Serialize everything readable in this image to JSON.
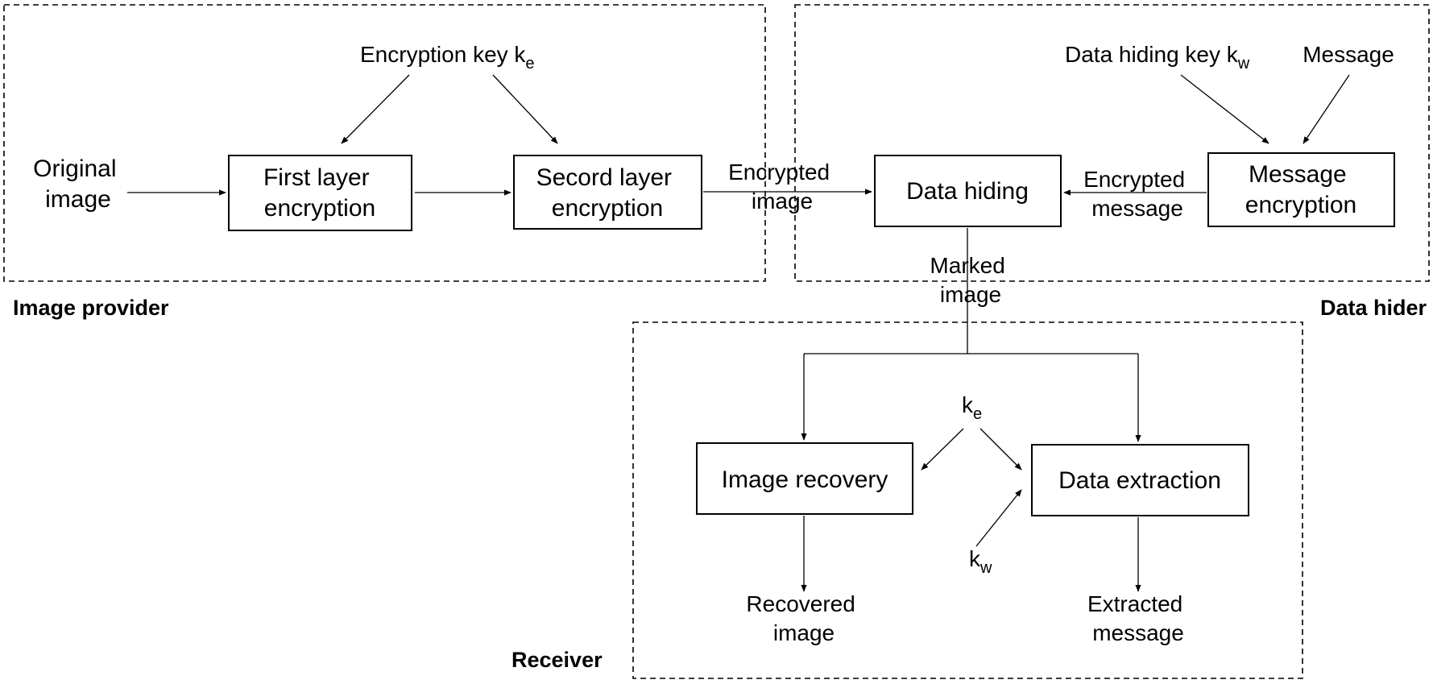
{
  "regions": {
    "image_provider": "Image provider",
    "data_hider": "Data hider",
    "receiver": "Receiver"
  },
  "boxes": {
    "first_layer": [
      "First layer",
      "encryption"
    ],
    "second_layer": [
      "Secord layer",
      "encryption"
    ],
    "data_hiding": "Data hiding",
    "message_encryption": [
      "Message",
      "encryption"
    ],
    "image_recovery": "Image recovery",
    "data_extraction": "Data extraction"
  },
  "labels": {
    "original_image": [
      "Original",
      "image"
    ],
    "encryption_key": "Encryption key k",
    "encryption_key_sub": "e",
    "data_hiding_key": "Data hiding key k",
    "data_hiding_key_sub": "w",
    "message": "Message",
    "encrypted_image": [
      "Encrypted",
      "image"
    ],
    "encrypted_message": [
      "Encrypted",
      "message"
    ],
    "marked_image": [
      "Marked",
      "image"
    ],
    "ke_base": "k",
    "ke_sub": "e",
    "kw_base": "k",
    "kw_sub": "w",
    "recovered_image": [
      "Recovered",
      "image"
    ],
    "extracted_message": [
      "Extracted",
      "message"
    ]
  }
}
